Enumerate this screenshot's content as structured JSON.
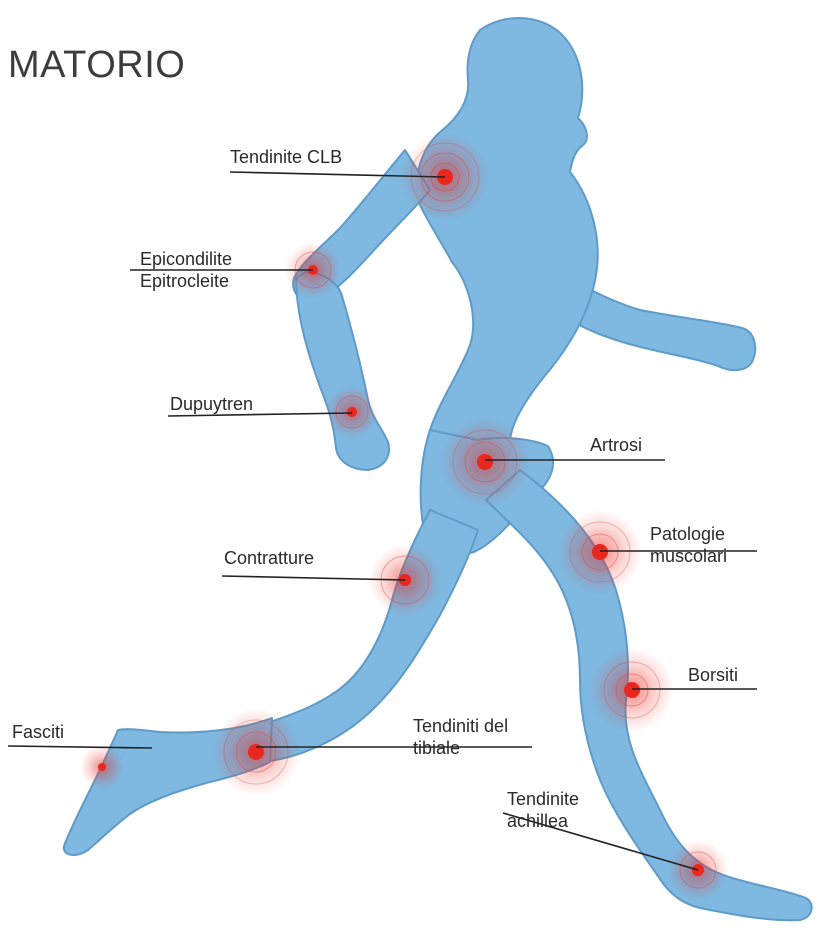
{
  "title": "MATORIO",
  "colors": {
    "body": "#7fb8e0",
    "body_outline": "#5f9bc8",
    "hotspot_core": "#e8281e",
    "hotspot_ring": "#e2453a",
    "line": "#222222",
    "text": "#2a2a2a"
  },
  "labels": {
    "tendinite_clb": "Tendinite CLB",
    "epicondilite_1": "Epicondilite",
    "epicondilite_2": "Epitrocleite",
    "dupuytren": "Dupuytren",
    "artrosi": "Artrosi",
    "patologie_1": "Patologie",
    "patologie_2": "muscolari",
    "contratture": "Contratture",
    "borsiti": "Borsiti",
    "fasciti": "Fasciti",
    "tibiale_1": "Tendiniti del",
    "tibiale_2": "tibiale",
    "achillea_1": "Tendinite",
    "achillea_2": "achillea"
  }
}
